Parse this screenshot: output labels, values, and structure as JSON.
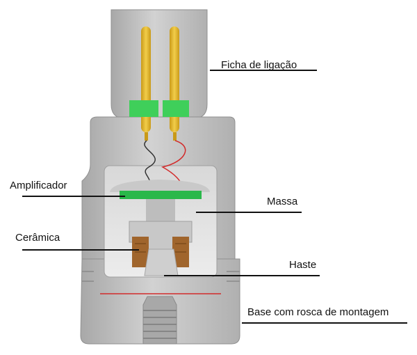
{
  "diagram": {
    "labels": {
      "connector": "Ficha de ligação",
      "amplifier": "Amplificador",
      "mass": "Massa",
      "ceramic": "Cerâmica",
      "stem": "Haste",
      "base": "Base com rosca de montagem"
    },
    "colors": {
      "housing": "#c4c4c4",
      "housing_dark": "#9c9c9c",
      "cavity": "#e6e6e6",
      "pins": "#e0b52a",
      "insulator": "#3fcf5a",
      "amplifier_board": "#2ab84a",
      "ceramic": "#a0652c",
      "red_wire": "#d22b2b",
      "black_wire": "#333333"
    }
  }
}
